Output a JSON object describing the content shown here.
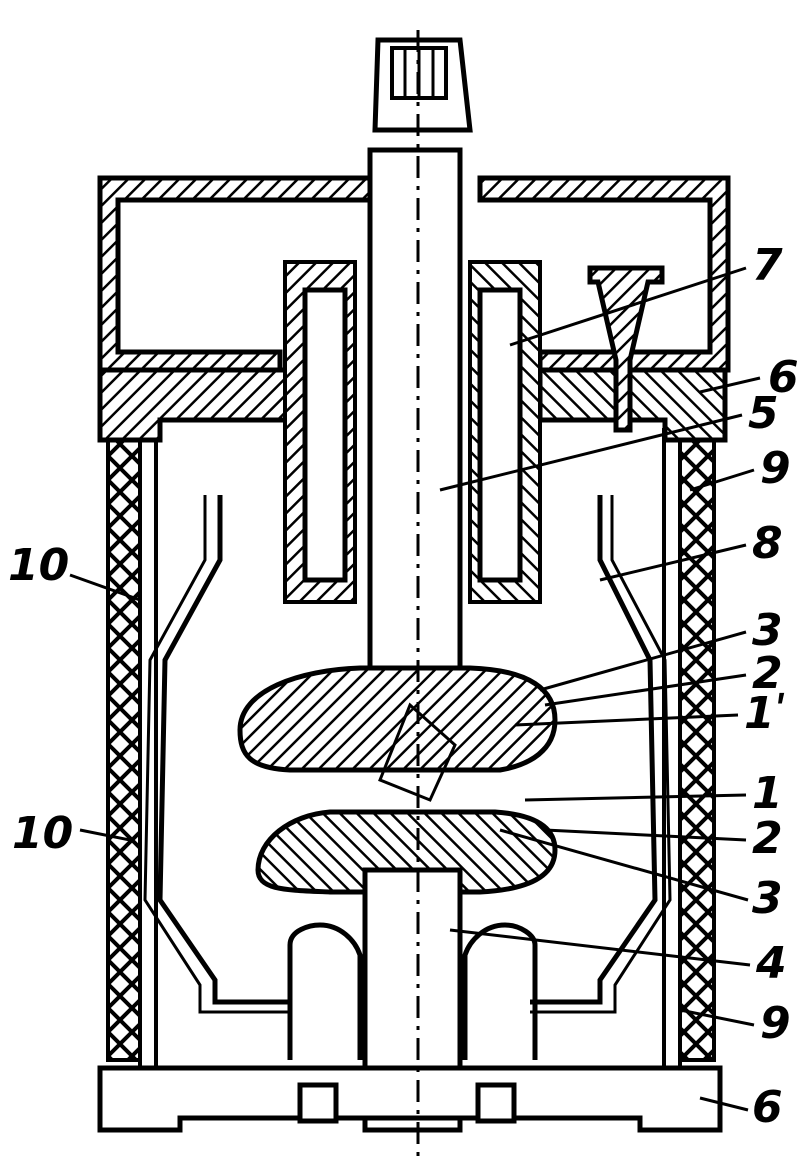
{
  "callouts": [
    {
      "id": "7",
      "text": "7"
    },
    {
      "id": "6-top",
      "text": "6"
    },
    {
      "id": "5",
      "text": "5"
    },
    {
      "id": "9-top",
      "text": "9"
    },
    {
      "id": "10-left-top",
      "text": "10"
    },
    {
      "id": "8",
      "text": "8"
    },
    {
      "id": "3-top",
      "text": "3"
    },
    {
      "id": "2-top",
      "text": "2"
    },
    {
      "id": "1-prime",
      "text": "1ʹ"
    },
    {
      "id": "1",
      "text": "1"
    },
    {
      "id": "10-left-bottom",
      "text": "10"
    },
    {
      "id": "2-bottom",
      "text": "2"
    },
    {
      "id": "3-bottom",
      "text": "3"
    },
    {
      "id": "4",
      "text": "4"
    },
    {
      "id": "9-bottom",
      "text": "9"
    },
    {
      "id": "6-bottom",
      "text": "6"
    }
  ]
}
